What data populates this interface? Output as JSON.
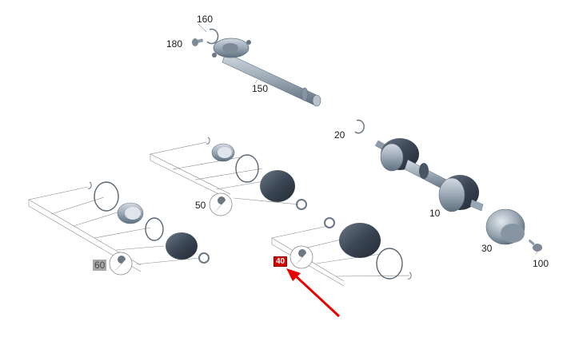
{
  "callouts": {
    "c160": "160",
    "c180": "180",
    "c150": "150",
    "c20": "20",
    "c10": "10",
    "c30": "30",
    "c100": "100",
    "c50": "50",
    "c60": "60",
    "c40": "40"
  },
  "colors": {
    "part_metal": "#9aa7b4",
    "part_metal_dark": "#5f6f7e",
    "boot": "#3b4654",
    "leader_line": "#8a8a8a",
    "highlight_red": "#d40000",
    "arrow": "#e60000",
    "grey_badge": "#a6a6a6"
  },
  "icons": {
    "kit_tool": "wrench-icon"
  }
}
